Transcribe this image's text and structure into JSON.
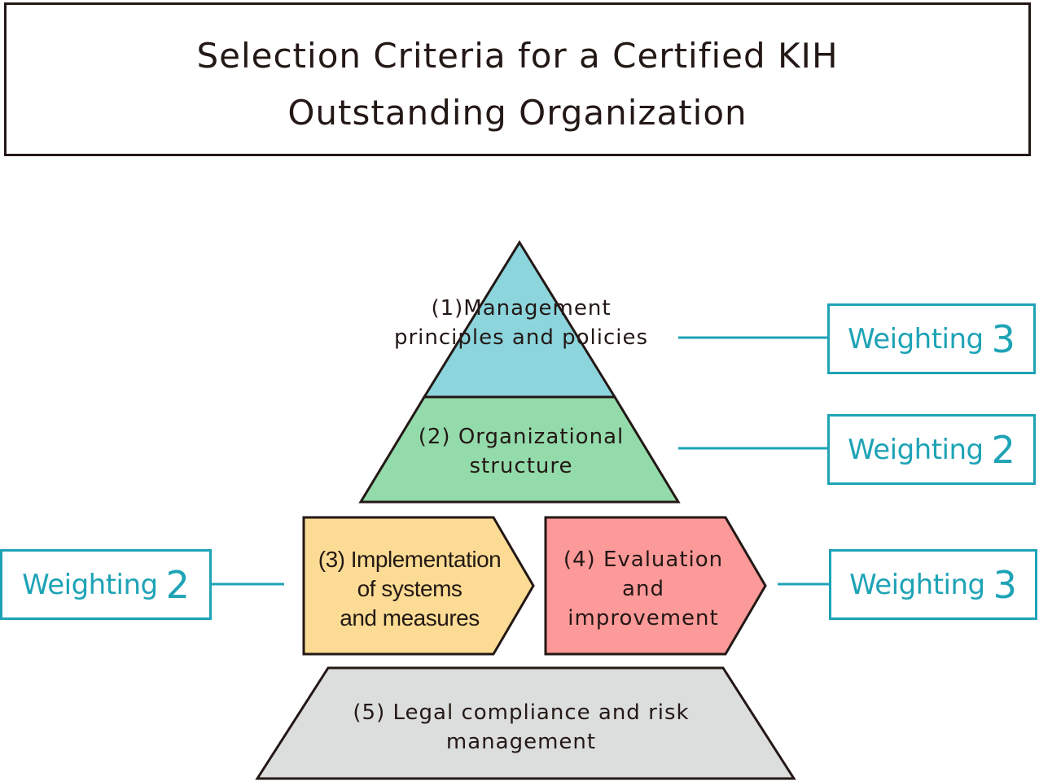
{
  "title": {
    "line1": "Selection Criteria for a Certified KIH",
    "line2": "Outstanding Organization"
  },
  "criteria": [
    {
      "id": "1",
      "lines": [
        "(1)Management",
        "principles and policies"
      ],
      "color": "#8cd5dd",
      "weighting_label": "Weighting",
      "weighting_value": "3"
    },
    {
      "id": "2",
      "lines": [
        "(2) Organizational",
        "structure"
      ],
      "color": "#94dbab",
      "weighting_label": "Weighting",
      "weighting_value": "2"
    },
    {
      "id": "3",
      "lines": [
        "(3) Implementation",
        "of systems",
        "and measures"
      ],
      "color": "#fcdc94",
      "weighting_label": "Weighting",
      "weighting_value": "2"
    },
    {
      "id": "4",
      "lines": [
        "(4) Evaluation",
        "and",
        "improvement"
      ],
      "color": "#fc9999",
      "weighting_label": "Weighting",
      "weighting_value": "3"
    },
    {
      "id": "5",
      "lines": [
        "(5) Legal compliance and risk",
        "management"
      ],
      "color": "#dcdddd"
    }
  ],
  "colors": {
    "outline": "#231815",
    "accent": "#1ea3b6"
  }
}
